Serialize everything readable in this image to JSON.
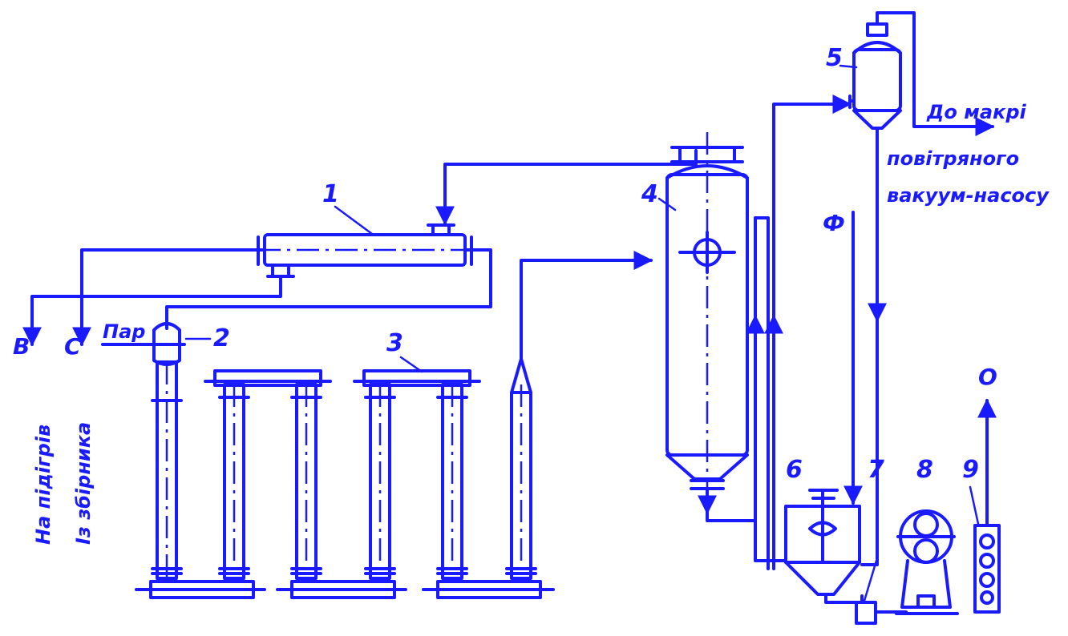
{
  "diagram": {
    "stroke_color": "#1a1aff",
    "background": "#ffffff",
    "numbers": {
      "n1": "1",
      "n2": "2",
      "n3": "3",
      "n4": "4",
      "n5": "5",
      "n6": "6",
      "n7": "7",
      "n8": "8",
      "n9": "9"
    },
    "letters": {
      "b": "В",
      "c": "С",
      "f": "Ф",
      "o": "О"
    },
    "labels": {
      "steam": "Пар",
      "to_heaters": "На підігрів",
      "from_collector": "Із збірника",
      "to_pump_line1": "До макрі",
      "to_pump_line2": "повітряного",
      "to_pump_line3": "вакуум-насосу"
    }
  }
}
